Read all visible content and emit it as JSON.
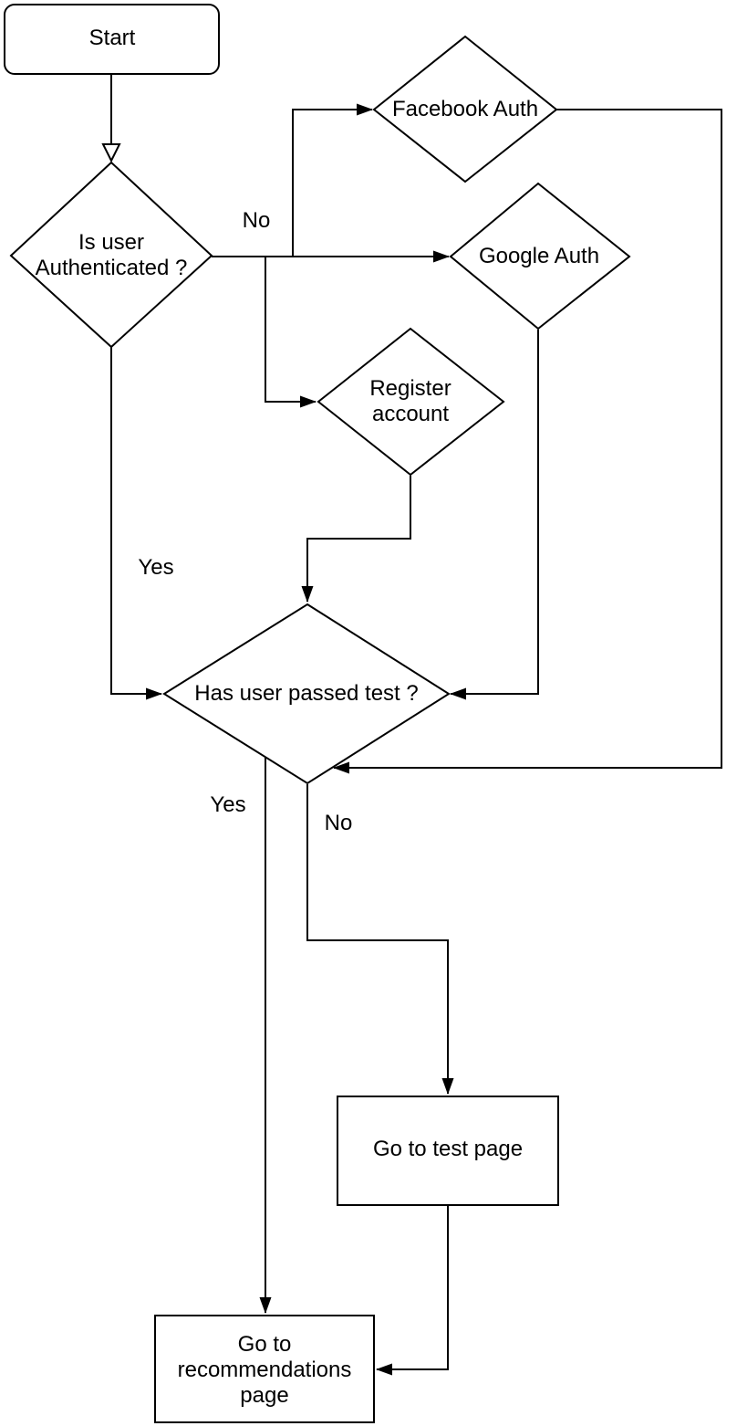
{
  "nodes": {
    "start": {
      "type": "terminator",
      "lines": [
        "Start"
      ]
    },
    "facebook_auth": {
      "type": "decision",
      "lines": [
        "Facebook Auth"
      ]
    },
    "is_user_authenticated": {
      "type": "decision",
      "lines": [
        "Is user",
        "Authenticated ?"
      ]
    },
    "google_auth": {
      "type": "decision",
      "lines": [
        "Google Auth"
      ]
    },
    "register_account": {
      "type": "decision",
      "lines": [
        "Register",
        "account"
      ]
    },
    "has_user_passed_test": {
      "type": "decision",
      "lines": [
        "Has user passed test ?"
      ]
    },
    "go_to_test_page": {
      "type": "process",
      "lines": [
        "Go to test page"
      ]
    },
    "go_to_recommendations_page": {
      "type": "process",
      "lines": [
        "Go to",
        "recommendations",
        "page"
      ]
    }
  },
  "edge_labels": {
    "auth_no": "No",
    "auth_yes": "Yes",
    "test_yes": "Yes",
    "test_no": "No"
  },
  "colors": {
    "stroke": "#000000",
    "background": "#ffffff",
    "text": "#000000"
  }
}
